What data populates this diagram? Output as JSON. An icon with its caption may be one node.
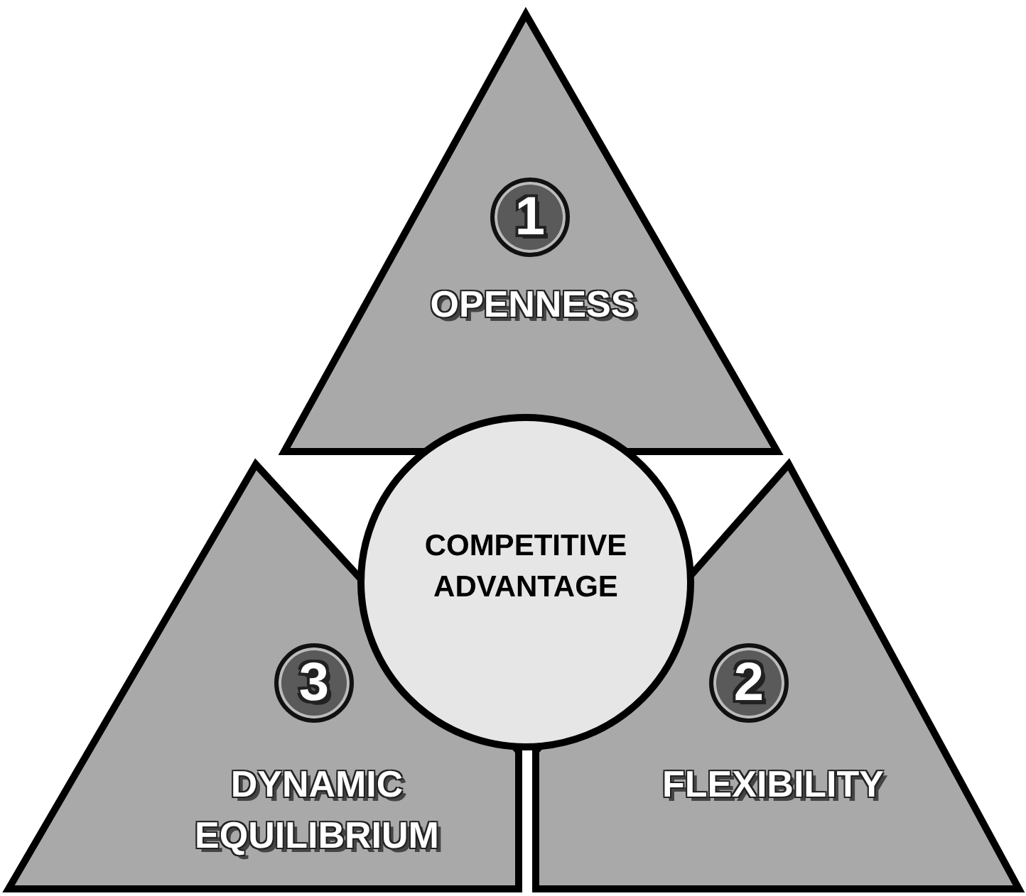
{
  "diagram": {
    "nodes": [
      {
        "text": [
          "1",
          "OPENNESS"
        ]
      },
      {
        "text": [
          "COMPETITIVE ADVANTAGE"
        ]
      },
      {
        "text": [
          "3",
          "DYNAMIC EQUILIBRIUM"
        ]
      },
      {
        "text": [
          "2",
          "FLEXIBILITY"
        ]
      }
    ]
  }
}
